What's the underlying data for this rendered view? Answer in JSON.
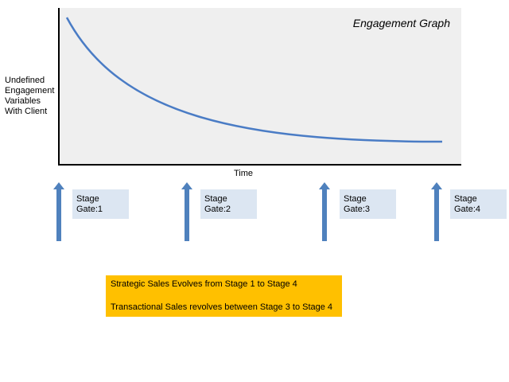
{
  "graph": {
    "title": "Engagement Graph",
    "y_label": "Undefined\nEngagement\nVariables\nWith Client",
    "x_label": "Time"
  },
  "colors": {
    "curve": "#4a7cc5",
    "arrow": "#4f81bd",
    "gate_box": "#dce6f2",
    "note_box": "#ffc000",
    "plot_background": "#efefef"
  },
  "gates": [
    {
      "label": "Stage\nGate:1"
    },
    {
      "label": "Stage\nGate:2"
    },
    {
      "label": "Stage\nGate:3"
    },
    {
      "label": "Stage\nGate:4"
    }
  ],
  "note": {
    "line1": "Strategic Sales Evolves from Stage 1 to Stage 4",
    "line2": "Transactional Sales revolves between Stage 3 to Stage 4"
  }
}
